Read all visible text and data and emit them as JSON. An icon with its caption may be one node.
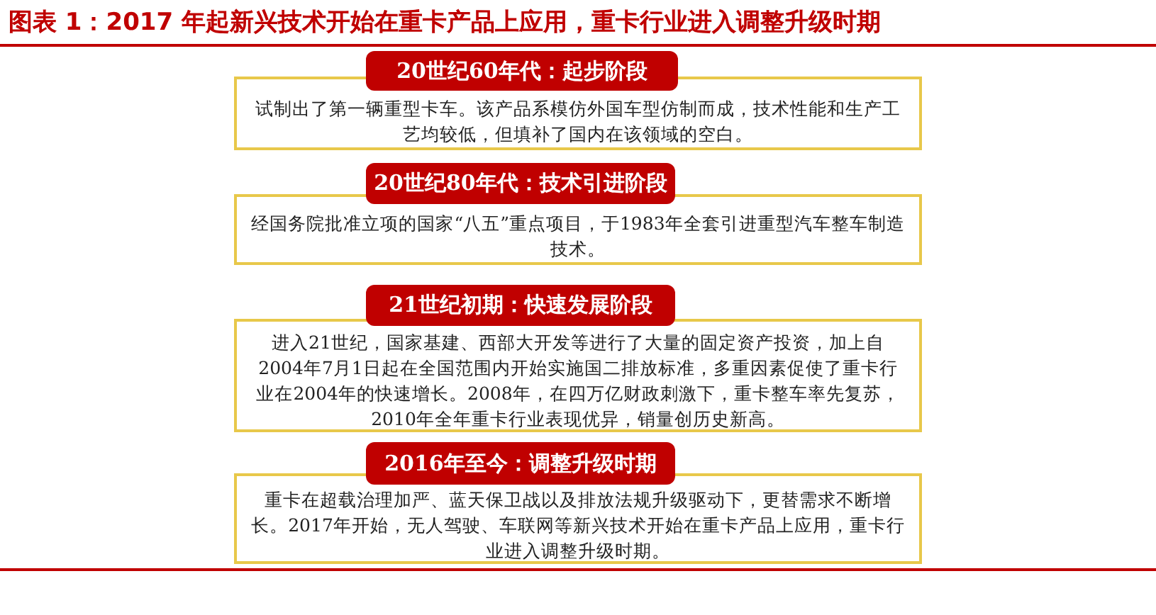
{
  "diagram": {
    "title": "图表 1：2017 年起新兴技术开始在重卡产品上应用，重卡行业进入调整升级时期",
    "nodes": [
      {
        "text": [
          "20世纪60年代：起步阶段"
        ]
      },
      {
        "text": [
          "试制出了第一辆重型卡车。该产品系模仿外国车型仿制而成，技术性能和生产工艺均较低，但填补了国内在该领域的空白。"
        ]
      },
      {
        "text": [
          "20世纪80年代：技术引进阶段"
        ]
      },
      {
        "text": [
          "经国务院批准立项的国家“八五”重点项目，于1983年全套引进重型汽车整车制造技术。"
        ]
      },
      {
        "text": [
          "21世纪初期：快速发展阶段"
        ]
      },
      {
        "text": [
          "进入21世纪，国家基建、西部大开发等进行了大量的固定资产投资，加上自2004年7月1日起在全国范围内开始实施国二排放标准，多重因素促使了重卡行业在2004年的快速增长。2008年，在四万亿财政刺激下，重卡整车率先复苏，2010年全年重卡行业表现优异，销量创历史新高。"
        ]
      },
      {
        "text": [
          "2016年至今：调整升级时期"
        ]
      },
      {
        "text": [
          "重卡在超载治理加严、蓝天保卫战以及排放法规升级驱动下，更替需求不断增长。2017年开始，无人驾驶、车联网等新兴技术开始在重卡产品上应用，重卡行业进入调整升级时期。"
        ]
      }
    ]
  }
}
